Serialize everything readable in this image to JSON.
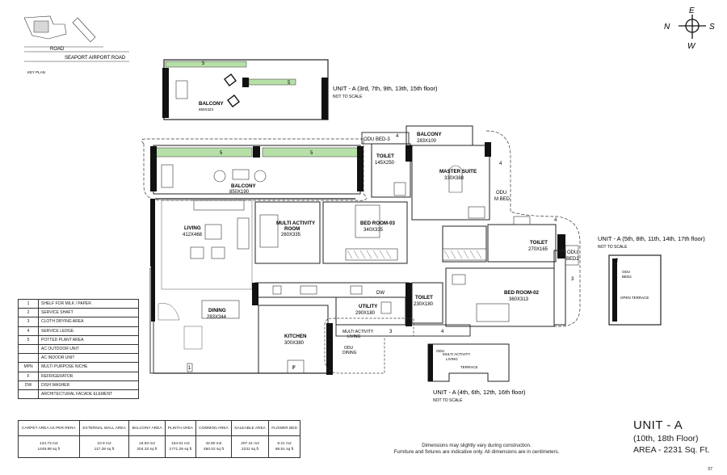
{
  "compass": {
    "n": "N",
    "e": "E",
    "s": "S",
    "w": "W"
  },
  "key_plan": {
    "label": "KEY PLAN",
    "road_1": "ROAD",
    "road_2": "SEAPORT AIRPORT ROAD"
  },
  "captions": {
    "top": "UNIT - A (3rd, 7th, 9th, 13th, 15th floor)",
    "right": "UNIT - A (5th, 8th, 11th, 14th, 17th floor)",
    "bottom": "UNIT - A (4th, 6th, 12th, 16th floor)",
    "not_to_scale": "NOT TO SCALE"
  },
  "rooms": {
    "balcony_top": {
      "name": "BALCONY",
      "size": "850X323"
    },
    "balcony_main": {
      "name": "BALCONY",
      "size": "850X190"
    },
    "balcony_master": {
      "name": "BALCONY",
      "size": "283X100"
    },
    "living": {
      "name": "LIVING",
      "size": "412X468"
    },
    "multi_activity": {
      "name": "MULTI ACTIVITY",
      "name2": "ROOM",
      "size": "260X335"
    },
    "bedroom3": {
      "name": "BED ROOM-03",
      "size": "340X335"
    },
    "master": {
      "name": "MASTER SUITE",
      "size": "330X388"
    },
    "toilet1": {
      "name": "TOILET",
      "size": "145X250"
    },
    "toilet2": {
      "name": "TOILET",
      "size": "270X165"
    },
    "toilet3": {
      "name": "TOILET",
      "size": "230X180"
    },
    "bedroom2": {
      "name": "BED ROOM-02",
      "size": "360X313"
    },
    "utility": {
      "name": "UTILITY",
      "size": "290X180"
    },
    "dining": {
      "name": "DINING",
      "size": "283X344"
    },
    "kitchen": {
      "name": "KITCHEN",
      "size": "300X380"
    },
    "odu_bed3": "ODU BED-3",
    "odu_mbed": "ODU",
    "odu_mbed2": "M BED",
    "odu_bed2": "ODU",
    "odu_bed2b": "BED2",
    "ma_living": "MULTI ACTIVITY",
    "ma_living2": "LIVING",
    "odu_dining": "ODU",
    "odu_dining2": "DINING",
    "right_odu": "ODU",
    "right_odu2": "BED2",
    "right_terrace": "OPEN TERRACE",
    "bottom_odu": "ODU",
    "bottom_ma": "MULTI ACTIVITY",
    "bottom_living": "LIVING",
    "bottom_terrace": "TERRACE",
    "dw": "DW",
    "fridge": "F",
    "num_1": "1",
    "num_2": "2",
    "num_3": "3",
    "num_4": "4",
    "num_5": "5"
  },
  "legend": [
    {
      "sym": "1",
      "text": "SHELF FOR MILK / PAPER"
    },
    {
      "sym": "2",
      "text": "SERVICE SHAFT"
    },
    {
      "sym": "3",
      "text": "CLOTH DRYING AREA"
    },
    {
      "sym": "4",
      "text": "SERVICE LEDGE"
    },
    {
      "sym": "5",
      "text": "POTTED PLANT AREA"
    },
    {
      "sym": "",
      "text": "AC OUTDOOR UNIT"
    },
    {
      "sym": "",
      "text": "AC INDOOR UNIT"
    },
    {
      "sym": "MPN",
      "text": "MULTI PURPOSE NICHE"
    },
    {
      "sym": "F",
      "text": "REFRIGERATOR"
    },
    {
      "sym": "DW",
      "text": "DISH WASHER"
    },
    {
      "sym": "",
      "text": "ARCHITECTURAL FACADE ELEMENT"
    }
  ],
  "area_table": {
    "headers": [
      "CARPET AREA AS PER RERA",
      "EXTERNAL WALL AREA",
      "BALCONY AREA",
      "PLINTH AREA",
      "COMMON AREA",
      "SALEABLE AREA",
      "FLOWER BED"
    ],
    "row_m2": [
      "134.73 m2",
      "10.9 m2",
      "18.93 m2",
      "164.61 m2",
      "42.80 m2",
      "207.41 m2",
      "8.21 m2"
    ],
    "row_sqft": [
      "1449.98 sq ft",
      "117.28 sq ft",
      "204.33 sq ft",
      "1771.29 sq ft",
      "460.02 sq ft",
      "2231 sq ft",
      "88.51 sq ft"
    ]
  },
  "unit": {
    "title": "UNIT - A",
    "floors": "(10th, 18th Floor)",
    "area": "AREA - 2231 Sq. Ft."
  },
  "disclaimer": {
    "line1": "Dimensions may slightly vary during construction.",
    "line2": "Furniture and fixtures are indicative only. All dimensions are in centimeters."
  },
  "page_number": "37"
}
